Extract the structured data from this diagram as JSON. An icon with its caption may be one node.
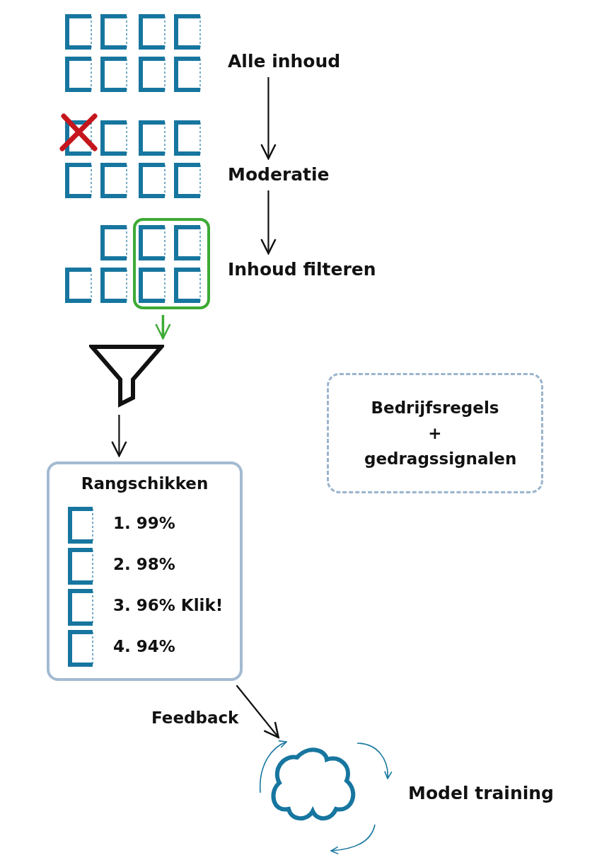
{
  "diagram": {
    "nodes": [
      {
        "text": [
          "Alle inhoud"
        ]
      },
      {
        "text": [
          "Moderatie"
        ]
      },
      {
        "text": [
          "Inhoud filteren"
        ]
      },
      {
        "text": [],
        "shape": "box"
      },
      {
        "text": [],
        "shape": "funnel"
      },
      {
        "text": [
          "Rangschikken",
          "1. 99%",
          "2. 98%",
          "3. 96% Klik!",
          "4. 94%"
        ]
      },
      {
        "text": [
          "Bedrijfsregels + gedragssignalen"
        ]
      },
      {
        "text": [
          "Model training"
        ]
      }
    ],
    "edges": [
      {
        "from": 0,
        "to": 1,
        "arrow": "to"
      },
      {
        "from": 1,
        "to": 2,
        "arrow": "to"
      },
      {
        "from": 3,
        "to": 4,
        "arrow": "to",
        "color": "#3daa35"
      },
      {
        "from": 4,
        "to": 5,
        "arrow": "to"
      },
      {
        "from": 5,
        "to": 7,
        "arrow": "to",
        "label": "Feedback"
      }
    ]
  }
}
